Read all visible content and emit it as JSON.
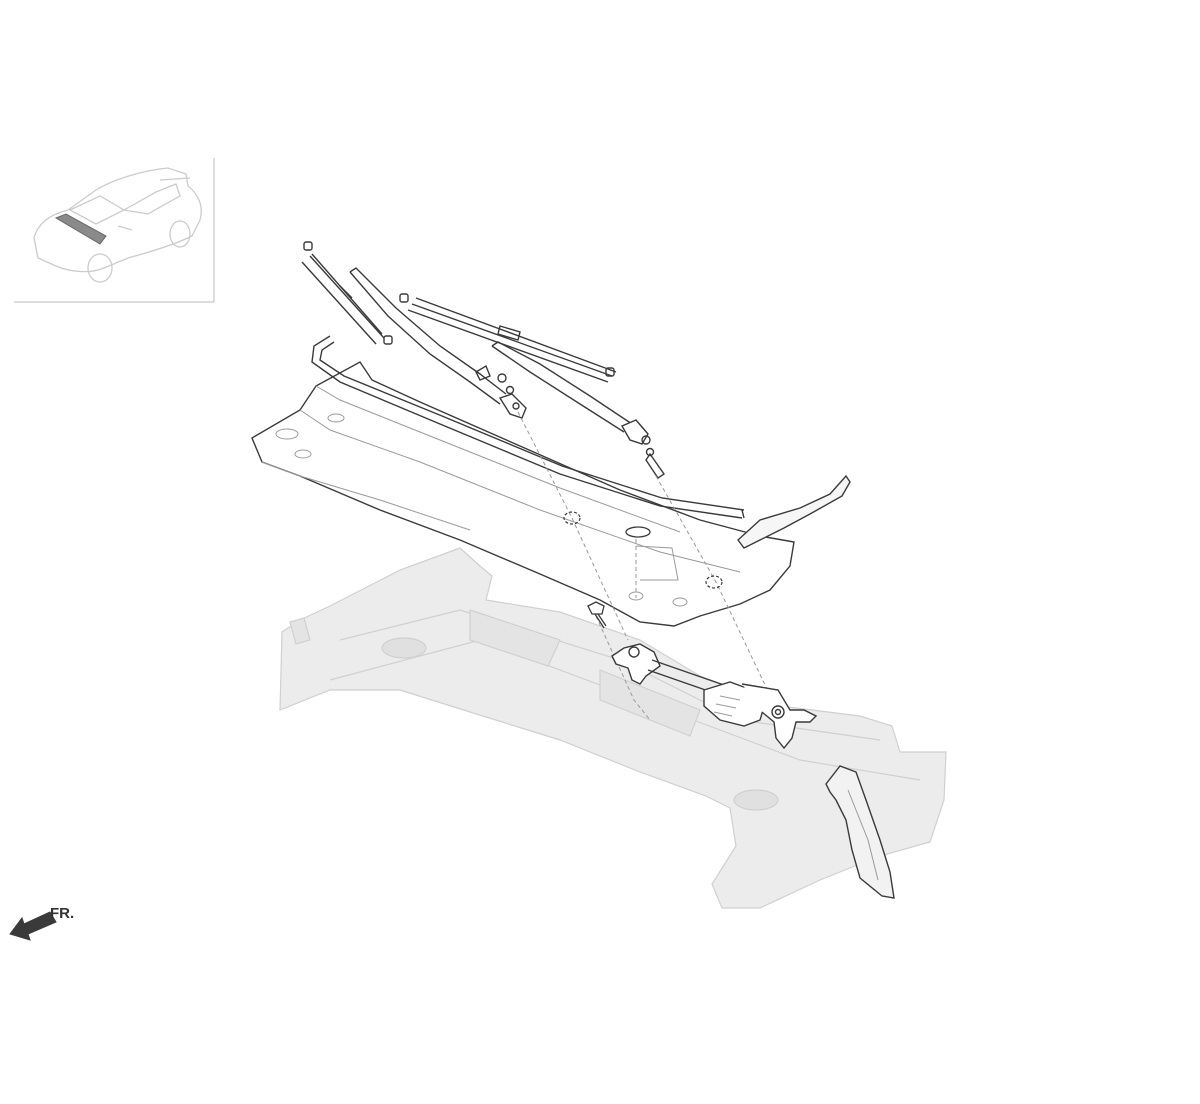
{
  "direction_indicator": {
    "label": "FR.",
    "icon": "front-direction-arrow-icon"
  },
  "colors": {
    "line": "#3a3a3a",
    "thin": "#9a9a9a",
    "ghost_fill": "#ececec",
    "ghost_stroke": "#cfcfcf",
    "highlight": "#8a8a8a"
  },
  "parts": [
    "locator-inset",
    "wiper-blade-left",
    "wiper-arm-left",
    "wiper-blade-right",
    "wiper-arm-right",
    "weatherstrip-seal",
    "cowl-top-panel",
    "cowl-side-panel",
    "wiper-motor-linkage",
    "mounting-bolt",
    "body-structure-ghost",
    "side-extension-panel"
  ]
}
